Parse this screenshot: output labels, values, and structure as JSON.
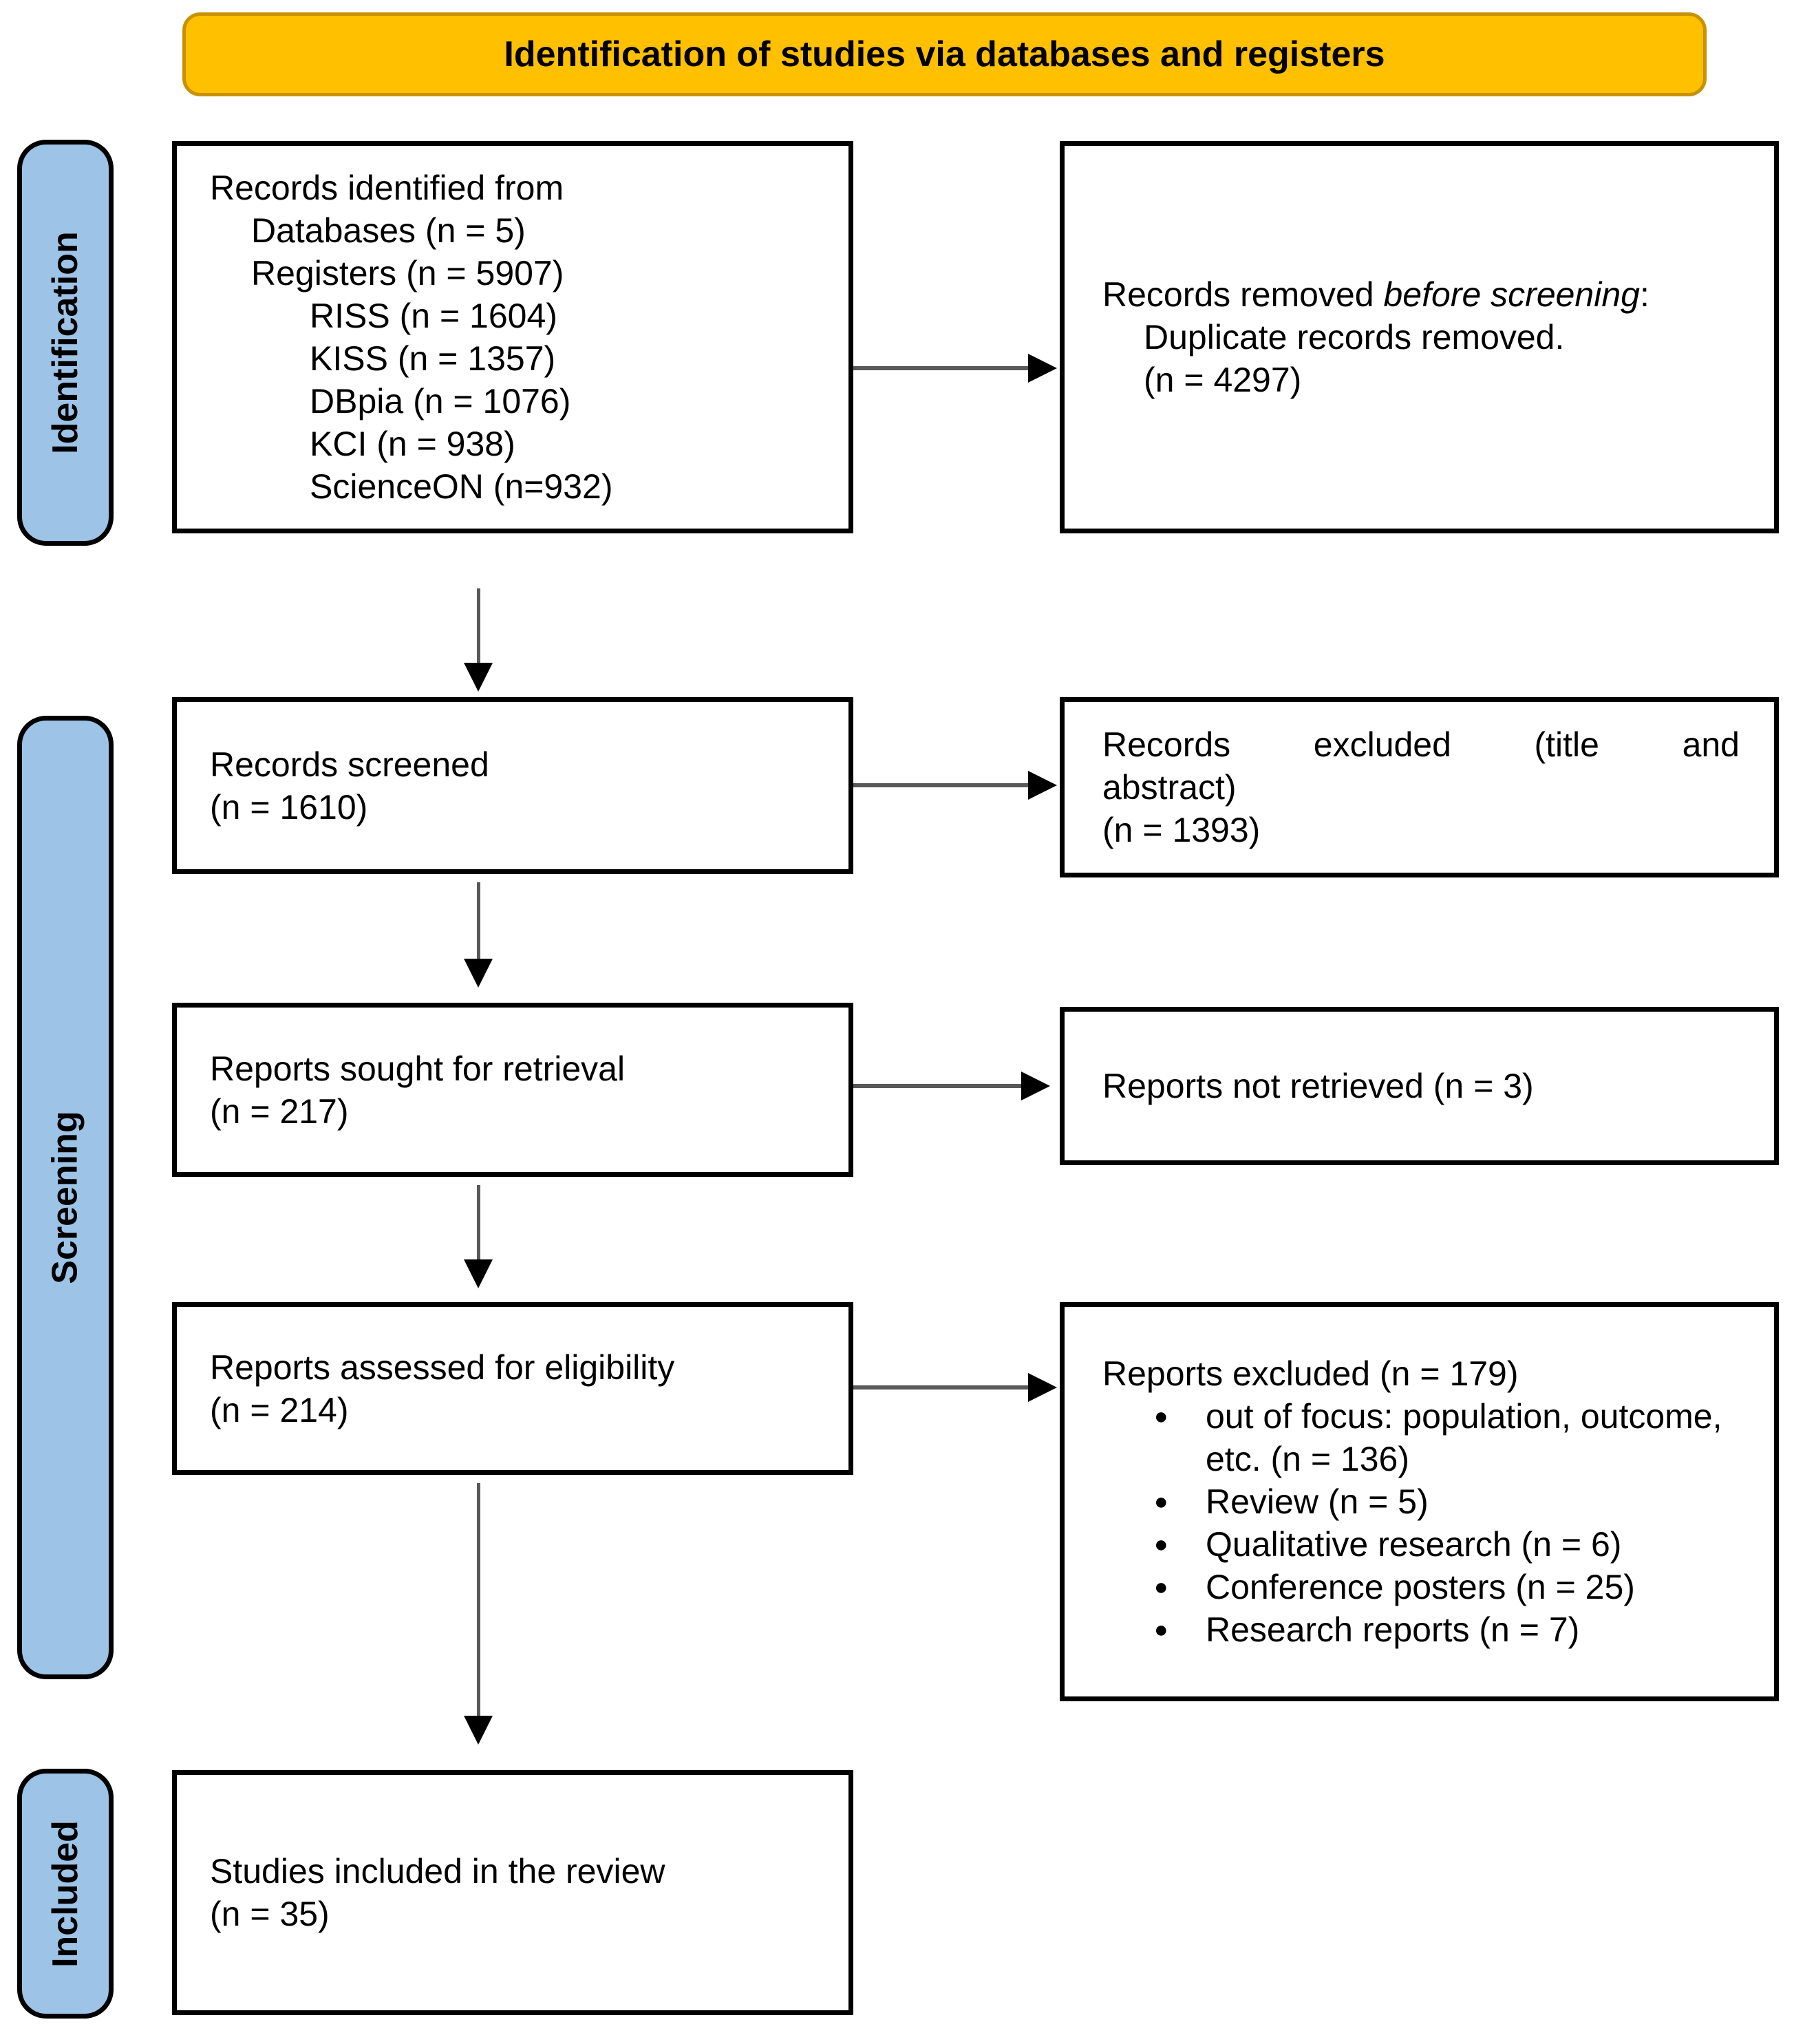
{
  "banner": {
    "title": "Identification of studies via databases and registers"
  },
  "stages": {
    "identification": "Identification",
    "screening": "Screening",
    "included": "Included"
  },
  "boxes": {
    "identified": {
      "lines": [
        "Records identified from",
        "Databases (n = 5)",
        "Registers (n = 5907)",
        "RISS (n = 1604)",
        "KISS (n = 1357)",
        "DBpia (n = 1076)",
        "KCI (n = 938)",
        "ScienceON (n=932)"
      ]
    },
    "removed": {
      "prefix": "Records removed ",
      "italic": "before screening",
      "suffix": ":",
      "line2": "Duplicate records removed.",
      "line3": "(n = 4297)"
    },
    "screened": {
      "lines": [
        "Records screened",
        "(n = 1610)"
      ]
    },
    "excluded_title_abstract": {
      "lines": [
        "Records excluded (title and",
        "abstract)",
        "(n = 1393)"
      ]
    },
    "sought": {
      "lines": [
        "Reports sought for retrieval",
        "(n = 217)"
      ]
    },
    "not_retrieved": {
      "lines": [
        "Reports not retrieved (n = 3)"
      ]
    },
    "assessed": {
      "lines": [
        "Reports assessed for eligibility",
        "(n = 214)"
      ]
    },
    "reports_excluded": {
      "title": "Reports excluded (n = 179)",
      "bullet_glyph": "●",
      "bullets": [
        "out of focus: population, outcome, etc. (n = 136)",
        "Review (n = 5)",
        "Qualitative research (n = 6)",
        "Conference posters (n = 25)",
        "Research reports (n = 7)"
      ]
    },
    "included_studies": {
      "lines": [
        "Studies included in the review",
        "(n = 35)"
      ]
    }
  },
  "colors": {
    "banner_fill": "#FFC000",
    "banner_border": "#C99100",
    "stage_fill": "#9DC3E6",
    "box_border": "#000000",
    "arrow_stem": "#595959",
    "arrow_head": "#000000"
  }
}
